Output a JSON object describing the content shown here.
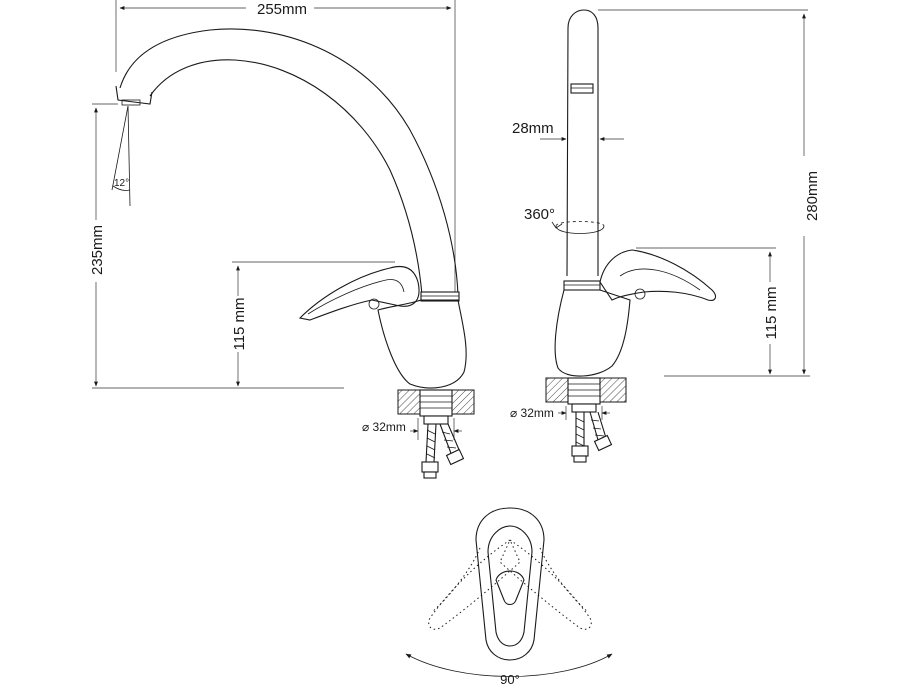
{
  "labels": {
    "width_total": "255mm",
    "spout_height": "235mm",
    "handle_height_left": "115 mm",
    "spout_angle": "12°",
    "pipe_diameter_left": "⌀ 32mm",
    "body_diameter": "28mm",
    "swivel": "360°",
    "height_total": "280mm",
    "handle_height_right": "115 mm",
    "pipe_diameter_right": "⌀ 32mm",
    "lever_angle": "90°"
  },
  "colors": {
    "line": "#1a1a1a",
    "background": "#ffffff"
  }
}
